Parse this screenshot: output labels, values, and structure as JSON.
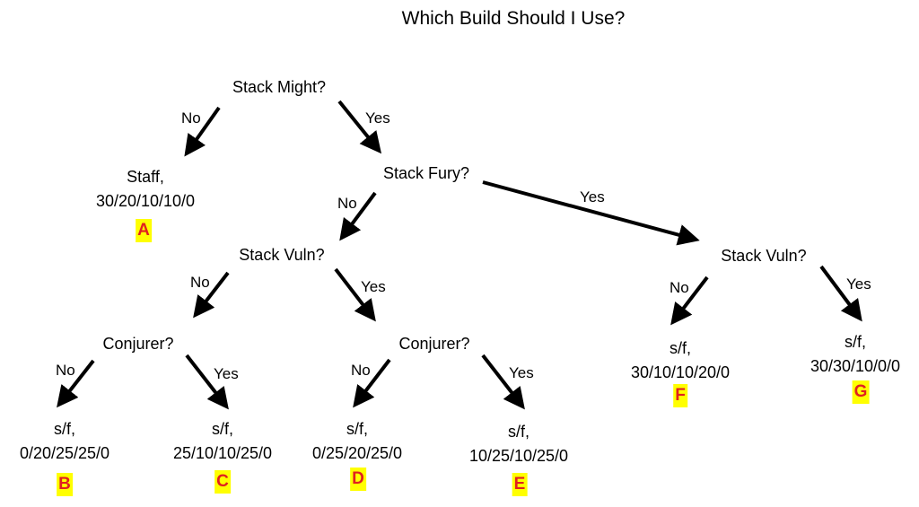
{
  "title": "Which Build Should I Use?",
  "nodes": {
    "stack_might": "Stack Might?",
    "stack_fury": "Stack Fury?",
    "stack_vuln_left": "Stack Vuln?",
    "stack_vuln_right": "Stack Vuln?",
    "conjurer_left": "Conjurer?",
    "conjurer_right": "Conjurer?"
  },
  "edge_labels": {
    "no": "No",
    "yes": "Yes"
  },
  "outcomes": {
    "A": {
      "line1": "Staff,",
      "line2": "30/20/10/10/0",
      "badge": "A"
    },
    "B": {
      "line1": "s/f,",
      "line2": "0/20/25/25/0",
      "badge": "B"
    },
    "C": {
      "line1": "s/f,",
      "line2": "25/10/10/25/0",
      "badge": "C"
    },
    "D": {
      "line1": "s/f,",
      "line2": "0/25/20/25/0",
      "badge": "D"
    },
    "E": {
      "line1": "s/f,",
      "line2": "10/25/10/25/0",
      "badge": "E"
    },
    "F": {
      "line1": "s/f,",
      "line2": "30/10/10/20/0",
      "badge": "F"
    },
    "G": {
      "line1": "s/f,",
      "line2": "30/30/10/0/0",
      "badge": "G"
    }
  },
  "colors": {
    "badge_bg": "#ffff00",
    "badge_text": "#e02020"
  }
}
